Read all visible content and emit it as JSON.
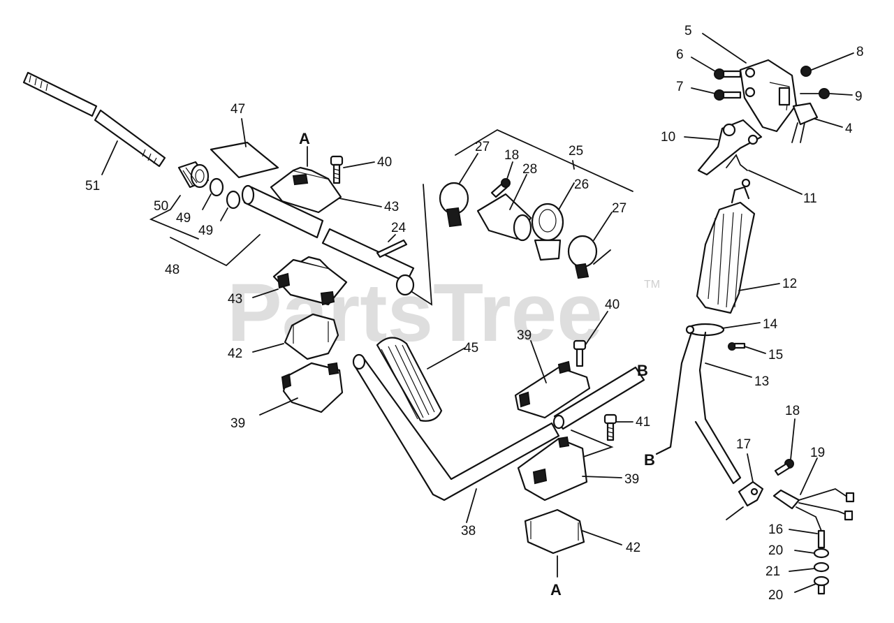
{
  "watermark": {
    "text": "PartsTree",
    "trademark": "TM"
  },
  "section_markers": {
    "a_top": "A",
    "a_bottom": "A",
    "b_right": "B",
    "b_left": "B"
  },
  "callouts": {
    "p51": "51",
    "p50": "50",
    "p49a": "49",
    "p49b": "49",
    "p48": "48",
    "p47": "47",
    "p43a": "43",
    "p43b": "43",
    "p42a": "42",
    "p42b": "42",
    "p40a": "40",
    "p40b": "40",
    "p39a": "39",
    "p39b": "39",
    "p39c": "39",
    "p41": "41",
    "p38": "38",
    "p45": "45",
    "p24": "24",
    "p27a": "27",
    "p27b": "27",
    "p18a": "18",
    "p18b": "18",
    "p28": "28",
    "p25": "25",
    "p26": "26",
    "p5": "5",
    "p6": "6",
    "p7": "7",
    "p8": "8",
    "p9": "9",
    "p4": "4",
    "p10": "10",
    "p11": "11",
    "p12": "12",
    "p13": "13",
    "p14": "14",
    "p15": "15",
    "p16": "16",
    "p17": "17",
    "p19": "19",
    "p20a": "20",
    "p20b": "20",
    "p21": "21"
  }
}
